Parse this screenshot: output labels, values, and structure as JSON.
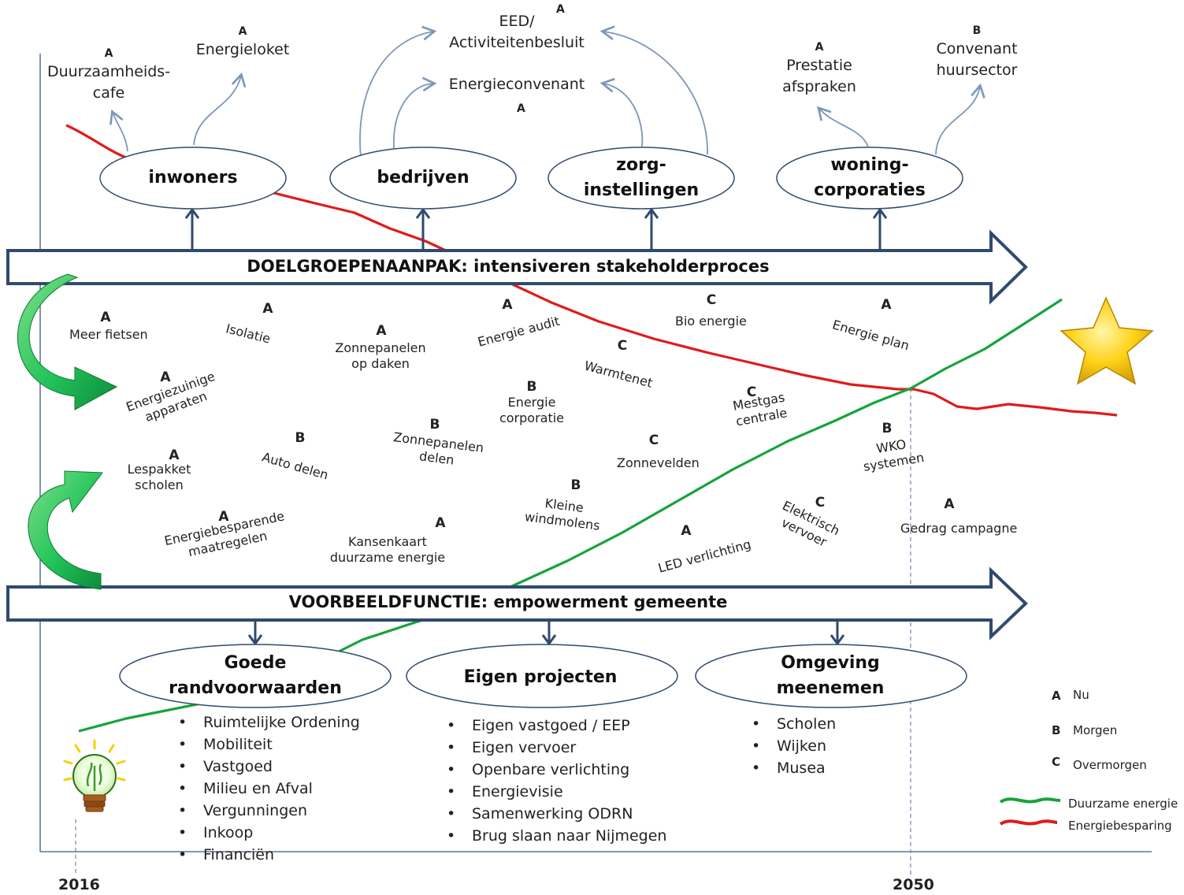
{
  "legend": {
    "nu": {
      "key": "A",
      "label": "Nu"
    },
    "morgen": {
      "key": "B",
      "label": "Morgen"
    },
    "overmorgen": {
      "key": "C",
      "label": "Overmorgen"
    },
    "duurzaam": {
      "label": "Duurzame energie",
      "color": "#17a33c"
    },
    "besparing": {
      "label": "Energiebesparing",
      "color": "#e01b1b"
    }
  },
  "timeline": {
    "start": "2016",
    "end": "2050"
  },
  "top_bar": {
    "label": "DOELGROEPENAANPAK: intensiveren stakeholderproces"
  },
  "bottom_bar": {
    "label": "VOORBEELDFUNCTIE: empowerment gemeente"
  },
  "stakeholders": {
    "inwoners": {
      "label": "inwoners"
    },
    "bedrijven": {
      "label": "bedrijven"
    },
    "zorg": {
      "line1": "zorg-",
      "line2": "instellingen"
    },
    "woning": {
      "line1": "woning-",
      "line2": "corporaties"
    }
  },
  "top_items": {
    "cafe": {
      "letter": "A",
      "line1": "Duurzaamheids-",
      "line2": "cafe"
    },
    "loket": {
      "letter": "A",
      "line1": "Energieloket"
    },
    "eed": {
      "letter": "A",
      "line1": "EED/",
      "line2": "Activiteitenbesluit"
    },
    "convenant": {
      "letter": "A",
      "line1": "Energieconvenant"
    },
    "prestatie": {
      "letter": "A",
      "line1": "Prestatie",
      "line2": "afspraken"
    },
    "huursector": {
      "letter": "B",
      "line1": "Convenant",
      "line2": "huursector"
    }
  },
  "measures": {
    "fietsen": {
      "letter": "A",
      "line1": "Meer fietsen"
    },
    "isolatie": {
      "letter": "A",
      "line1": "Isolatie"
    },
    "zonnedaken": {
      "letter": "A",
      "line1": "Zonnepanelen",
      "line2": "op daken"
    },
    "audit": {
      "letter": "A",
      "line1": "Energie audit"
    },
    "bio": {
      "letter": "C",
      "line1": "Bio energie"
    },
    "plan": {
      "letter": "A",
      "line1": "Energie plan"
    },
    "apparaten": {
      "letter": "A",
      "line1": "Energiezuinige",
      "line2": "apparaten"
    },
    "warmtenet": {
      "letter": "C",
      "line1": "Warmtenet"
    },
    "corporatie": {
      "letter": "B",
      "line1": "Energie",
      "line2": "corporatie"
    },
    "mestgas": {
      "letter": "C",
      "line1": "Mestgas",
      "line2": "centrale"
    },
    "lespakket": {
      "letter": "A",
      "line1": "Lespakket",
      "line2": "scholen"
    },
    "autodelen": {
      "letter": "B",
      "line1": "Auto delen"
    },
    "zonnedelen": {
      "letter": "B",
      "line1": "Zonnepanelen",
      "line2": "delen"
    },
    "zonnevelden": {
      "letter": "C",
      "line1": "Zonnevelden"
    },
    "wko": {
      "letter": "B",
      "line1": "WKO",
      "line2": "systemen"
    },
    "maatregelen": {
      "letter": "A",
      "line1": "Energiebesparende",
      "line2": "maatregelen"
    },
    "kansenkaart": {
      "letter": "A",
      "line1": "Kansenkaart",
      "line2": "duurzame energie"
    },
    "windmolens": {
      "letter": "B",
      "line1": "Kleine",
      "line2": "windmolens"
    },
    "led": {
      "letter": "A",
      "line1": "LED verlichting"
    },
    "vervoer": {
      "letter": "C",
      "line1": "Elektrisch",
      "line2": "vervoer"
    },
    "gedrag": {
      "letter": "A",
      "line1": "Gedrag campagne"
    }
  },
  "bottom_groups": {
    "randvoorwaarden": {
      "line1": "Goede",
      "line2": "randvoorwaarden",
      "items": [
        "Ruimtelijke Ordening",
        "Mobiliteit",
        "Vastgoed",
        "Milieu en Afval",
        "Vergunningen",
        "Inkoop",
        "Financiën"
      ]
    },
    "projecten": {
      "line1": "Eigen projecten",
      "items": [
        "Eigen vastgoed / EEP",
        "Eigen vervoer",
        "Openbare verlichting",
        "Energievisie",
        "Samenwerking ODRN",
        "Brug slaan naar Nijmegen"
      ]
    },
    "omgeving": {
      "line1": "Omgeving",
      "line2": "meenemen",
      "items": [
        "Scholen",
        "Wijken",
        "Musea"
      ]
    }
  },
  "colors": {
    "bar_stroke": "#2f4a6e",
    "accent_green": "#22c35a",
    "star": "#f2c200"
  }
}
